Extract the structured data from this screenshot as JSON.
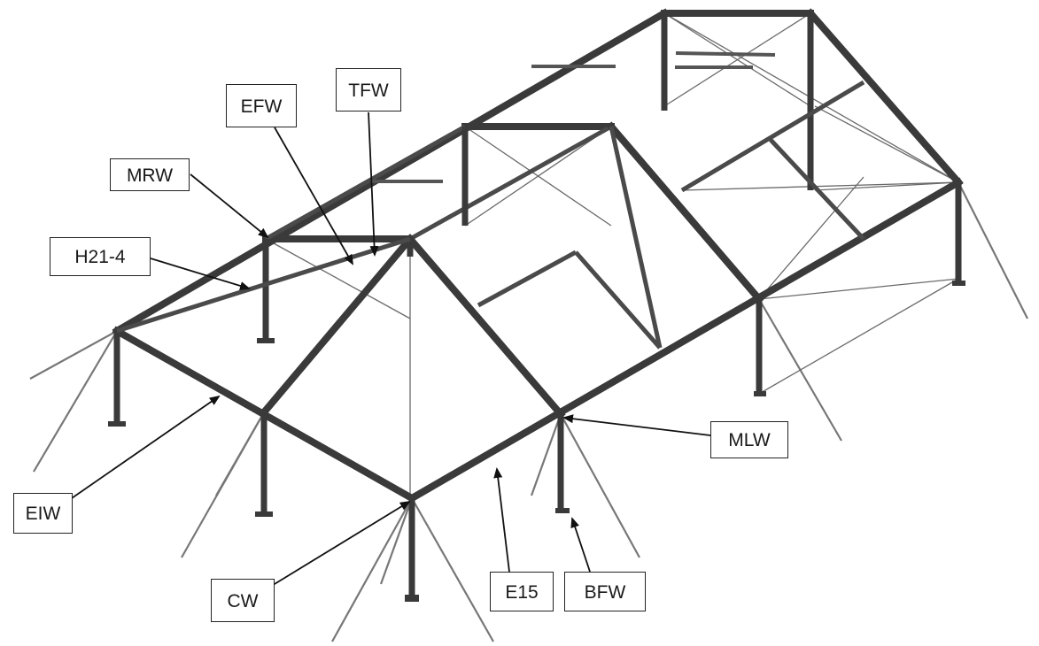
{
  "diagram": {
    "labels": {
      "tfw": "TFW",
      "efw": "EFW",
      "mrw": "MRW",
      "h21": "H21-4",
      "eiw": "EIW",
      "cw": "CW",
      "e15": "E15",
      "bfw": "BFW",
      "mlw": "MLW"
    }
  }
}
